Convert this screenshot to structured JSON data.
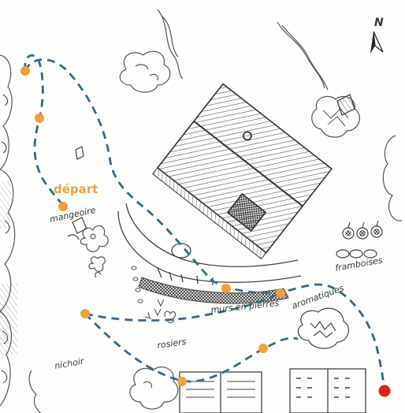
{
  "labels": {
    "depart": "départ",
    "mangeoire": "mangeoire",
    "murs": "murs en pierres",
    "framboises": "framboises",
    "aromatiques": "aromatiques",
    "rosiers": "rosiers",
    "nichoir": "nichoir",
    "north": "N"
  },
  "colors": {
    "path": "#2f6f85",
    "waypoint": "#f2a03a",
    "end_point": "#e0221b",
    "ink": "#3a3a3a",
    "background": "#fdfdfb"
  },
  "icons": [
    "north-arrow-icon",
    "house-roof-sketch",
    "tree-sketch",
    "bush-sketch",
    "raised-bed-sketch"
  ]
}
